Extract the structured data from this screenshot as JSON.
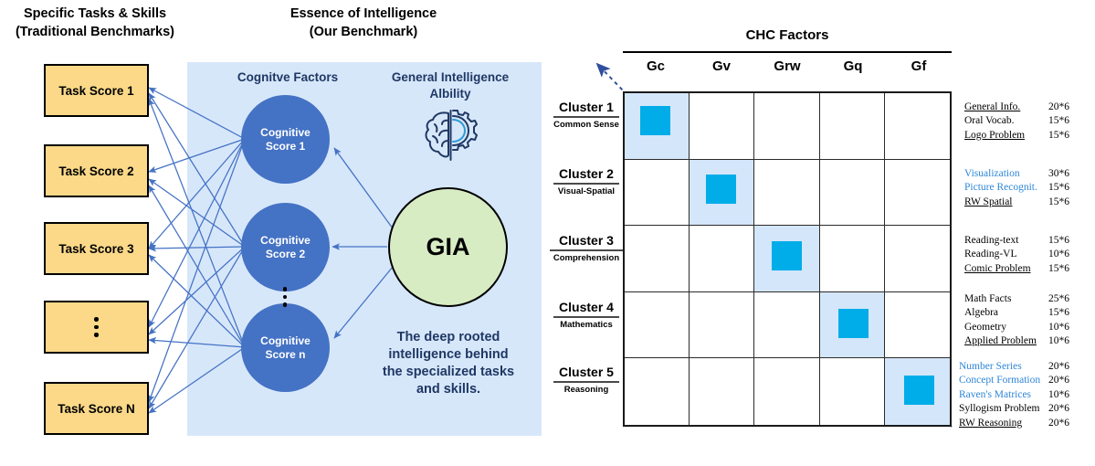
{
  "headers": {
    "left": "Specific Tasks & Skills\n(Traditional Benchmarks)",
    "left_line1": "Specific Tasks & Skills",
    "left_line2": "(Traditional Benchmarks)",
    "middle_line1": "Essence of Intelligence",
    "middle_line2": "(Our Benchmark)",
    "right": "CHC Factors"
  },
  "left_panel": {
    "tasks": [
      {
        "label": "Task Score 1",
        "type": "text"
      },
      {
        "label": "Task Score 2",
        "type": "text"
      },
      {
        "label": "Task Score 3",
        "type": "text"
      },
      {
        "label": "",
        "type": "ellipsis"
      },
      {
        "label": "Task Score N",
        "type": "text"
      }
    ]
  },
  "middle_panel": {
    "subtitle_factors": "Cognitve Factors",
    "subtitle_gia_line1": "General Intelligence",
    "subtitle_gia_line2": "Albility",
    "circles": [
      {
        "line1": "Cognitive",
        "line2": "Score 1"
      },
      {
        "line1": "Cognitive",
        "line2": "Score 2"
      },
      {
        "line1": "Cognitive",
        "line2": "Score n"
      }
    ],
    "gia_label": "GIA",
    "icon": "brain-gear-icon",
    "caption_line1": "The deep rooted",
    "caption_line2": "intelligence behind",
    "caption_line3": "the specialized tasks",
    "caption_line4": "and skills."
  },
  "matrix": {
    "columns": [
      "Gc",
      "Gv",
      "Grw",
      "Gq",
      "Gf"
    ],
    "rows": [
      {
        "name": "Cluster 1",
        "sub": "Common Sense",
        "diag_col": 0
      },
      {
        "name": "Cluster 2",
        "sub": "Visual-Spatial",
        "diag_col": 1
      },
      {
        "name": "Cluster 3",
        "sub": "Comprehension",
        "diag_col": 2
      },
      {
        "name": "Cluster 4",
        "sub": "Mathematics",
        "diag_col": 3
      },
      {
        "name": "Cluster 5",
        "sub": "Reasoning",
        "diag_col": 4
      }
    ]
  },
  "task_lists": [
    {
      "items": [
        {
          "name": "General Info.",
          "count": "20*6",
          "blue": false,
          "underline": false
        },
        {
          "name": "Oral Vocab.",
          "count": "15*6",
          "blue": false,
          "underline": false
        },
        {
          "name": "Logo Problem",
          "count": "15*6",
          "blue": false,
          "underline": true
        }
      ]
    },
    {
      "items": [
        {
          "name": "Visualization",
          "count": "30*6",
          "blue": true,
          "underline": false
        },
        {
          "name": "Picture Recognit.",
          "count": "15*6",
          "blue": true,
          "underline": false
        },
        {
          "name": "RW Spatial",
          "count": "15*6",
          "blue": false,
          "underline": true
        }
      ]
    },
    {
      "items": [
        {
          "name": "Reading-text",
          "count": "15*6",
          "blue": false,
          "underline": false
        },
        {
          "name": "Reading-VL",
          "count": "10*6",
          "blue": false,
          "underline": false
        },
        {
          "name": "Comic Problem",
          "count": "15*6",
          "blue": false,
          "underline": true
        }
      ]
    },
    {
      "items": [
        {
          "name": "Math Facts",
          "count": "25*6",
          "blue": false,
          "underline": false
        },
        {
          "name": "Algebra",
          "count": "15*6",
          "blue": false,
          "underline": false
        },
        {
          "name": "Geometry",
          "count": "10*6",
          "blue": false,
          "underline": false
        },
        {
          "name": "Applied Problem",
          "count": "10*6",
          "blue": false,
          "underline": true
        }
      ]
    },
    {
      "items": [
        {
          "name": "Number Series",
          "count": "20*6",
          "blue": true,
          "underline": false
        },
        {
          "name": "Concept Formation",
          "count": "20*6",
          "blue": true,
          "underline": false
        },
        {
          "name": "Raven's Matrices",
          "count": "10*6",
          "blue": true,
          "underline": false
        },
        {
          "name": "Syllogism Problem",
          "count": "20*6",
          "blue": false,
          "underline": false
        },
        {
          "name": "RW Reasoning",
          "count": "20*6",
          "blue": false,
          "underline": true
        }
      ]
    }
  ],
  "colors": {
    "task_box_fill": "#fbd988",
    "panel_fill": "#d7e7fa",
    "cognitive_circle": "#4472c4",
    "gia_fill": "#d8ecc4",
    "navy_text": "#1f3864",
    "chip": "#00ade8",
    "diag_cell": "#d4e6fa",
    "arrow": "#4472c4",
    "highlight_blue": "#2e86d8"
  }
}
